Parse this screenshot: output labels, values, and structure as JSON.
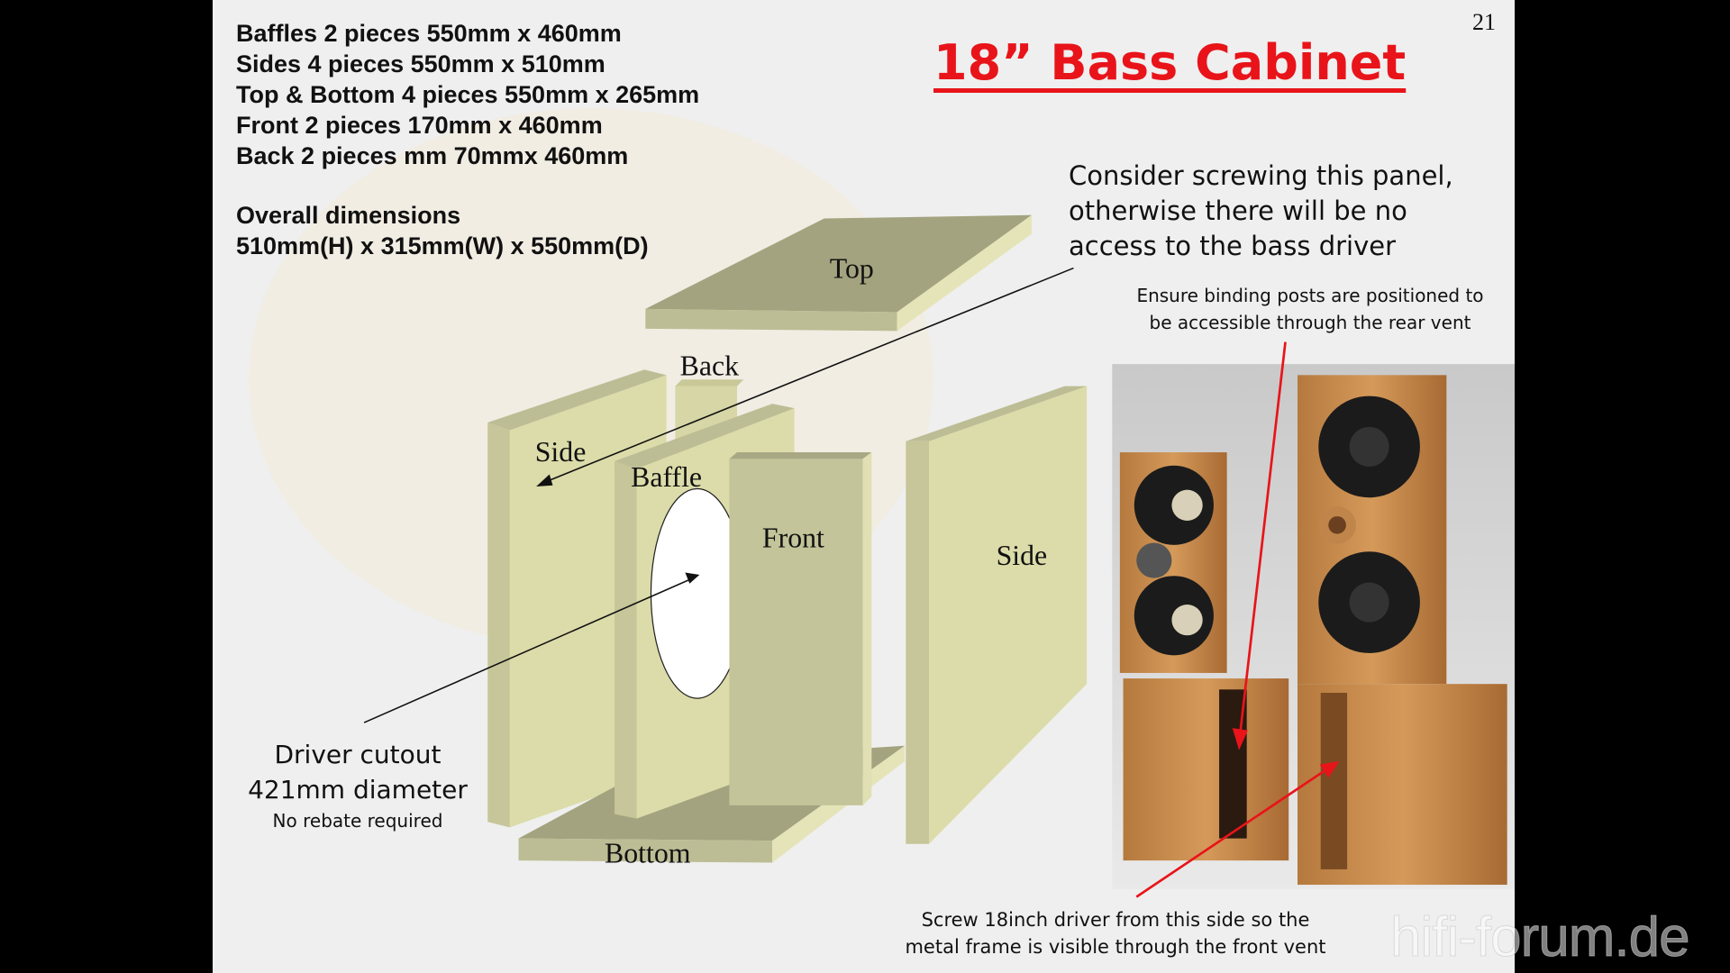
{
  "page_number": "21",
  "title": "18” Bass Cabinet",
  "cut_list": [
    "Baffles 2 pieces 550mm x 460mm",
    "Sides 4 pieces  550mm x 510mm",
    "Top & Bottom 4 pieces 550mm x 265mm",
    "Front 2 pieces 170mm x 460mm",
    "Back 2 pieces mm 70mmx 460mm"
  ],
  "overall": {
    "label": "Overall dimensions",
    "value": "510mm(H) x 315mm(W) x 550mm(D)"
  },
  "diagram_labels": {
    "top": "Top",
    "back": "Back",
    "side_left": "Side",
    "baffle": "Baffle",
    "front": "Front",
    "side_right": "Side",
    "bottom": "Bottom"
  },
  "notes": {
    "screw_panel": [
      "Consider screwing this panel,",
      "otherwise there will be no",
      "access to the bass driver"
    ],
    "binding_posts": [
      "Ensure binding posts are positioned to",
      "be accessible through the rear vent"
    ],
    "driver_cutout": [
      "Driver cutout",
      "421mm diameter",
      "No rebate required"
    ],
    "screw_driver": [
      "Screw 18inch driver from this side so the",
      "metal frame is visible through the front vent"
    ]
  },
  "watermark": "hifi-forum.de",
  "colors": {
    "title": "#e8141a",
    "panel_face": "#dcdcaa",
    "panel_dark": "#a3a37f",
    "arrow_red": "#e8141a"
  }
}
